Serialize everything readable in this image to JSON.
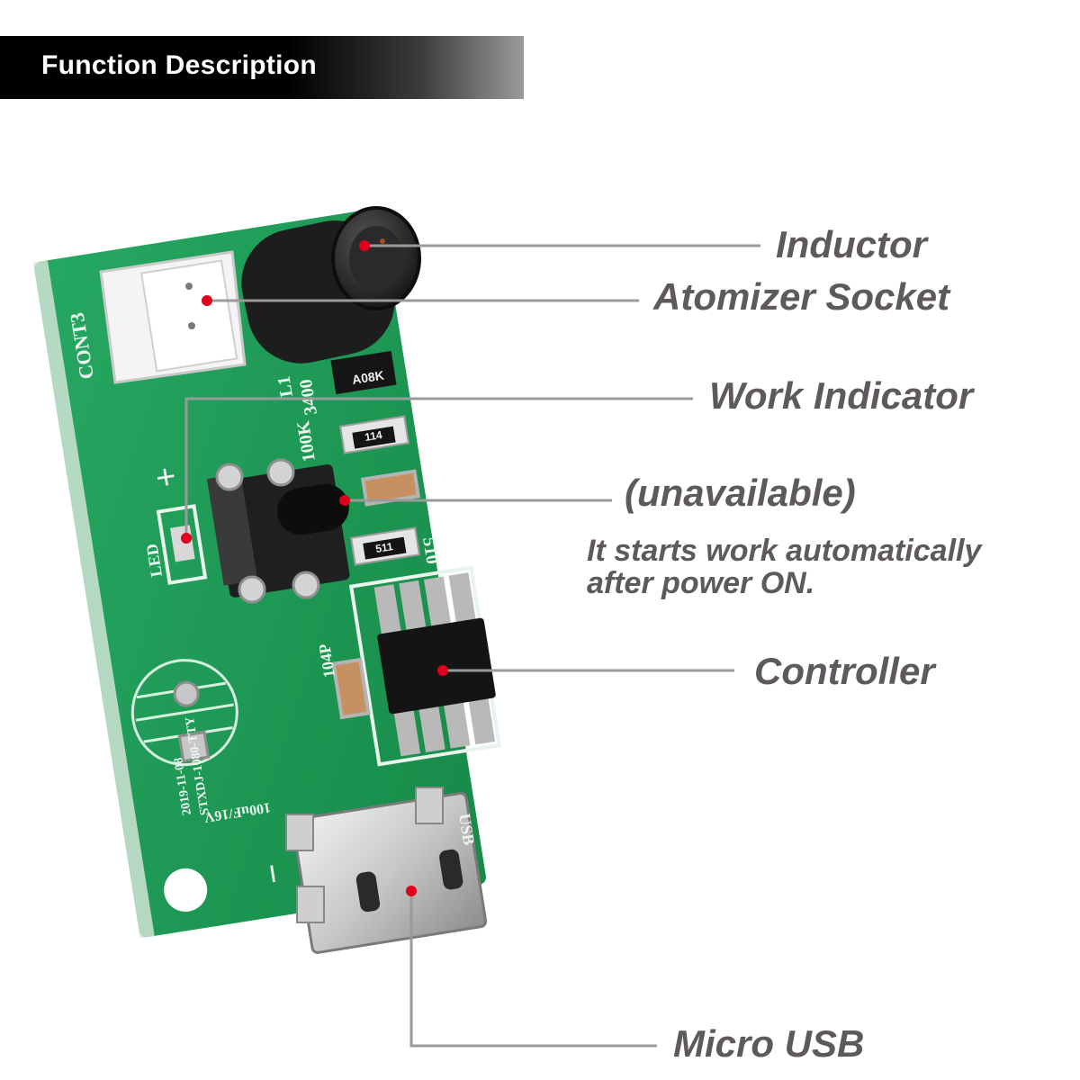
{
  "header": {
    "title": "Function Description"
  },
  "labels": {
    "inductor": "Inductor",
    "atomizer_socket": "Atomizer Socket",
    "work_indicator": "Work Indicator",
    "button": "(unavailable)",
    "button_note_line1": "It starts work automatically",
    "button_note_line2": "after power ON.",
    "controller": "Controller",
    "micro_usb": "Micro USB"
  },
  "board_text": {
    "connector": "CONT3",
    "inductor_ref": "L1",
    "inductor_code": "3400",
    "diode_code": "A08K",
    "resistor1_value": "100K",
    "resistor1_code": "114",
    "resistor2_value": "510",
    "resistor2_code": "511",
    "led": "LED",
    "plus": "+",
    "minus": "−",
    "capacitor": "104P",
    "electrolytic": "100uF/16V",
    "date": "2019-11-08",
    "model": "STXDJ-1080-TTY",
    "usb": "USB"
  },
  "colors": {
    "pcb": "#1f9c57",
    "pointer_dot": "#e0001b",
    "leader_line": "#9a9a9a",
    "label_text": "#5f5a5a"
  }
}
